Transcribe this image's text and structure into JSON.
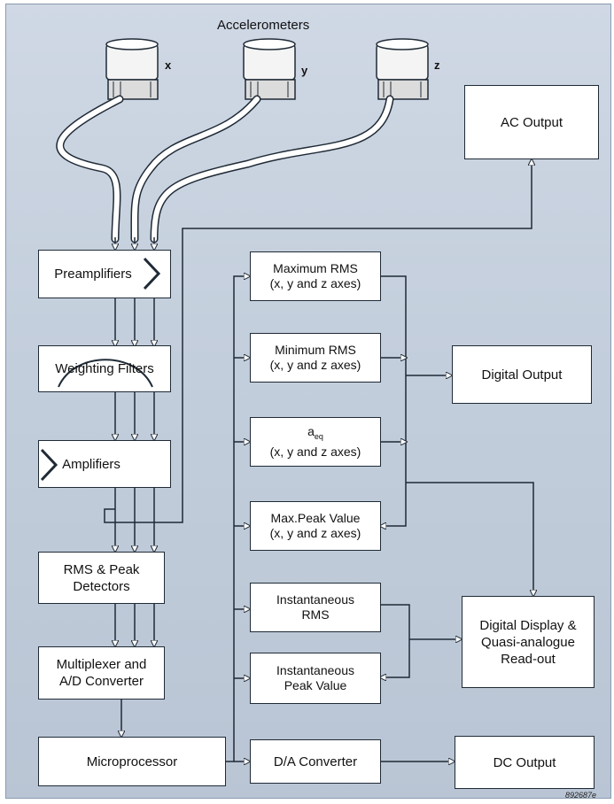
{
  "title": "Accelerometers",
  "axes": [
    "x",
    "y",
    "z"
  ],
  "blocks": {
    "preamplifiers": "Preamplifiers",
    "weighting_filters": "Weighting Filters",
    "amplifiers": "Amplifiers",
    "rms_peak_detectors": [
      "RMS & Peak",
      "Detectors"
    ],
    "multiplexer": [
      "Multiplexer and",
      "A/D Converter"
    ],
    "microprocessor": "Microprocessor",
    "max_rms": [
      "Maximum RMS",
      "(x, y and z axes)"
    ],
    "min_rms": [
      "Minimum RMS",
      "(x, y and z axes)"
    ],
    "aeq": [
      "a",
      "eq",
      "(x, y and z axes)"
    ],
    "max_peak": [
      "Max.Peak Value",
      "(x, y and z axes)"
    ],
    "inst_rms": [
      "Instantaneous",
      "RMS"
    ],
    "inst_peak": [
      "Instantaneous",
      "Peak Value"
    ],
    "da_converter": "D/A Converter",
    "ac_output": "AC Output",
    "digital_output": "Digital Output",
    "digital_display": [
      "Digital Display &",
      "Quasi-analogue",
      "Read-out"
    ],
    "dc_output": "DC Output"
  },
  "figure_code": "892687e"
}
